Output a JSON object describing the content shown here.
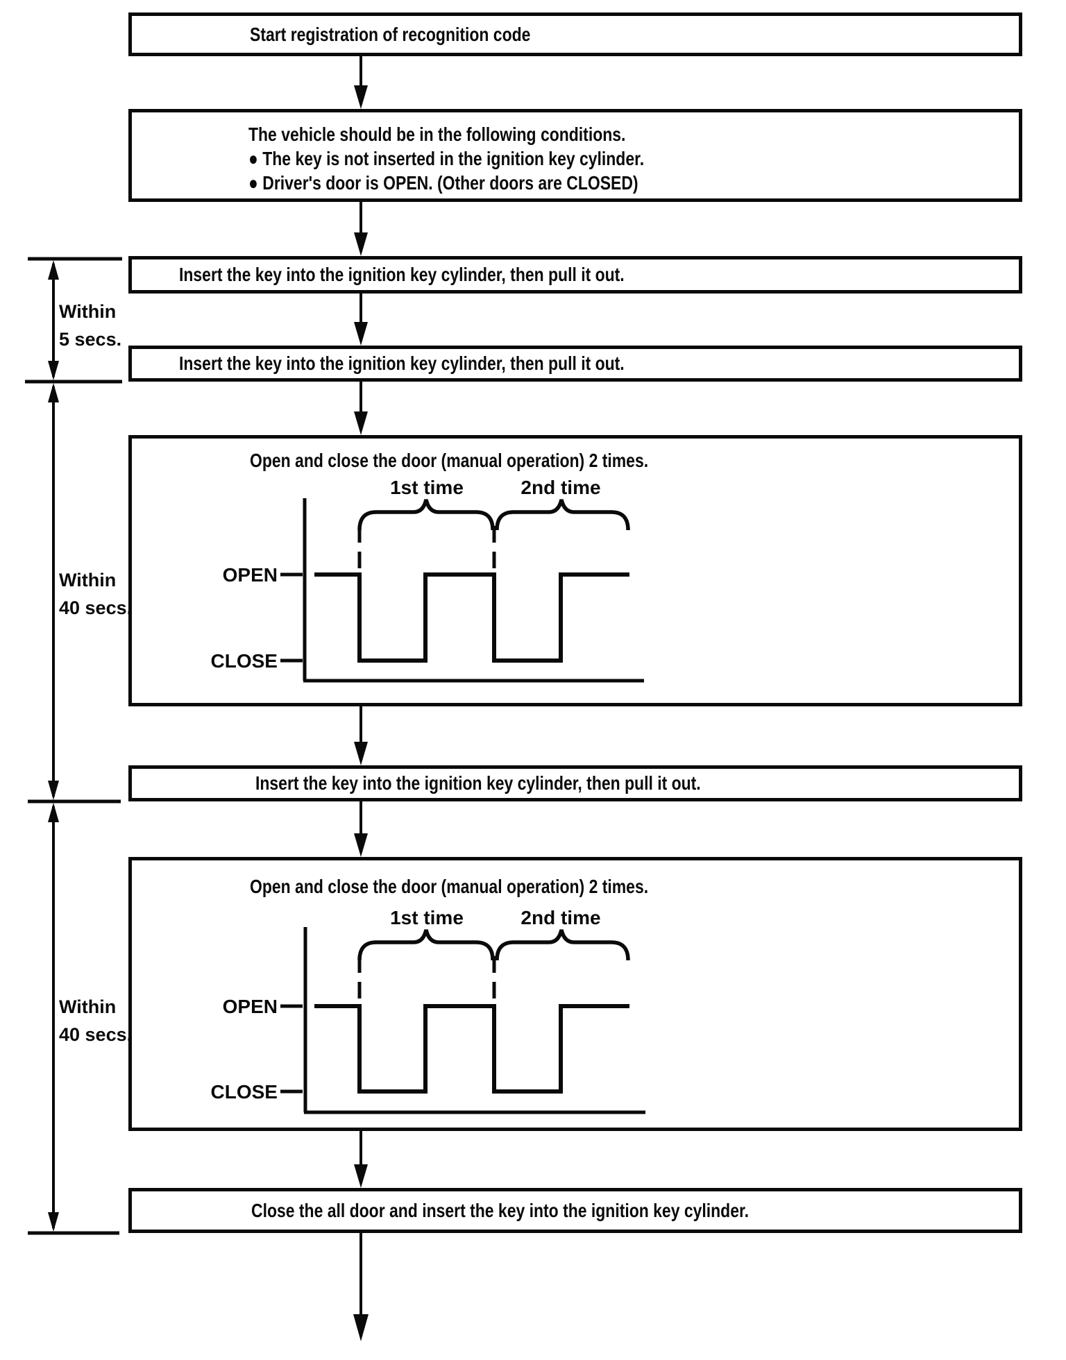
{
  "page": {
    "background": "#ffffff",
    "ink": "#0a0a0a"
  },
  "flow": {
    "start": "Start registration of recognition code",
    "conditions": {
      "title": "The vehicle should be in the following conditions.",
      "bullet_char": "●",
      "bullets": [
        "The key is not inserted in the ignition key cylinder.",
        "Driver's door is OPEN. (Other doors are CLOSED)"
      ]
    },
    "insert_key_1": "Insert the key into the ignition key cylinder, then pull it out.",
    "insert_key_2": "Insert the key into the ignition key cylinder, then pull it out.",
    "door_cycle_1": {
      "title": "Open and close the door (manual operation) 2 times.",
      "first_label": "1st time",
      "second_label": "2nd time",
      "open_label": "OPEN",
      "close_label": "CLOSE"
    },
    "insert_key_3": "Insert the key into the ignition key cylinder, then pull it out.",
    "door_cycle_2": {
      "title": "Open and close the door (manual operation) 2 times.",
      "first_label": "1st time",
      "second_label": "2nd time",
      "open_label": "OPEN",
      "close_label": "CLOSE"
    },
    "final": "Close the all door and insert the key into the ignition key cylinder."
  },
  "brackets": [
    {
      "line1": "Within",
      "line2": "5 secs."
    },
    {
      "line1": "Within",
      "line2": "40 secs."
    },
    {
      "line1": "Within",
      "line2": "40 secs."
    }
  ]
}
